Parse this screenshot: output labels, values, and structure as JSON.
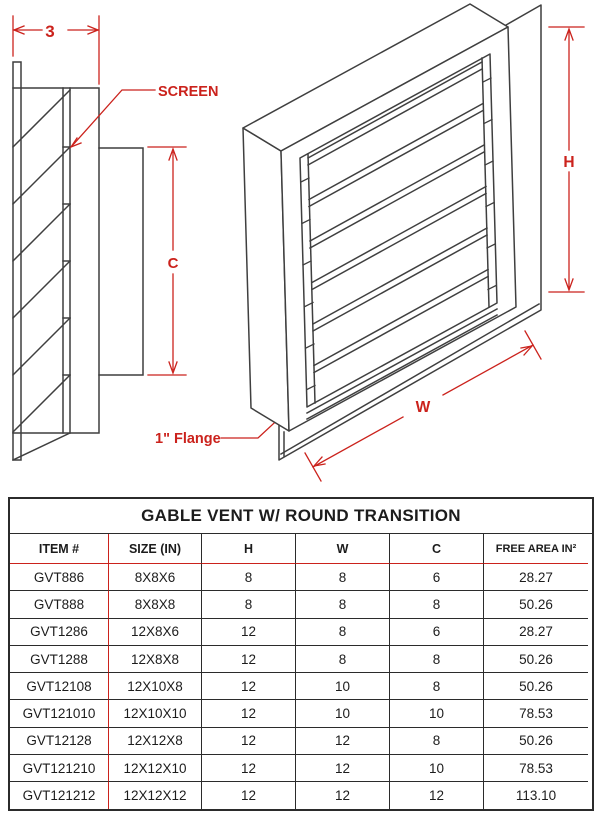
{
  "colors": {
    "red": "#cb221c",
    "line": "#3f3f3f",
    "table_line": "#2b2b2b"
  },
  "drawing": {
    "side_view": {
      "depth_dim": "3",
      "screen_label": "SCREEN",
      "collar_dim": "C",
      "flange_label": "1\" Flange"
    },
    "iso_view": {
      "height_dim": "H",
      "width_dim": "W"
    }
  },
  "table": {
    "title": "GABLE VENT W/ ROUND TRANSITION",
    "columns": [
      "ITEM #",
      "SIZE (IN)",
      "H",
      "W",
      "C",
      "FREE AREA IN²"
    ],
    "rows": [
      [
        "GVT886",
        "8X8X6",
        "8",
        "8",
        "6",
        "28.27"
      ],
      [
        "GVT888",
        "8X8X8",
        "8",
        "8",
        "8",
        "50.26"
      ],
      [
        "GVT1286",
        "12X8X6",
        "12",
        "8",
        "6",
        "28.27"
      ],
      [
        "GVT1288",
        "12X8X8",
        "12",
        "8",
        "8",
        "50.26"
      ],
      [
        "GVT12108",
        "12X10X8",
        "12",
        "10",
        "8",
        "50.26"
      ],
      [
        "GVT121010",
        "12X10X10",
        "12",
        "10",
        "10",
        "78.53"
      ],
      [
        "GVT12128",
        "12X12X8",
        "12",
        "12",
        "8",
        "50.26"
      ],
      [
        "GVT121210",
        "12X12X10",
        "12",
        "12",
        "10",
        "78.53"
      ],
      [
        "GVT121212",
        "12X12X12",
        "12",
        "12",
        "12",
        "113.10"
      ]
    ]
  }
}
